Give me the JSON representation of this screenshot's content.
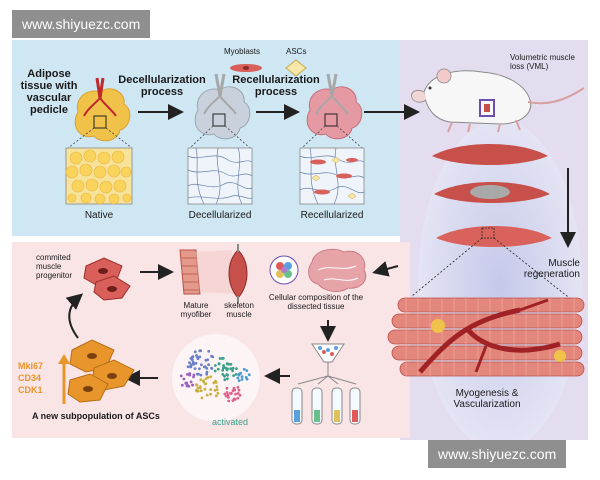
{
  "watermark": {
    "top": "www.shiyuezc.com",
    "bottom": "www.shiyuezc.com"
  },
  "panel_top": {
    "adipose_label": "Adipose tissue with vascular pedicle",
    "decell_process": "Decellularization process",
    "recell_process": "Recellularization process",
    "myoblasts": "Myoblasts",
    "ascs": "ASCs",
    "native": "Native",
    "decellularized": "Decellularized",
    "recellularized": "Recellularized"
  },
  "panel_right": {
    "vml": "Volumetric muscle loss (VML)",
    "regeneration": "Muscle regeneration",
    "myogenesis": "Myogenesis & Vascularization"
  },
  "panel_bottom": {
    "progenitor": "commited muscle progenitor",
    "mature": "Mature myofiber",
    "skeleton": "skeleton muscle",
    "cellular": "Cellular composition of the dissected tissue",
    "markers": [
      "Mki67",
      "CD34",
      "CDK1"
    ],
    "subpop": "A new subpopulation of ASCs",
    "activated": "activated"
  },
  "colors": {
    "panel_blue": "#cfe6f3",
    "panel_pink": "#f9e4e6",
    "panel_lavender": "#e4dcef",
    "muscle": "#c8504a",
    "adipose": "#f0c24a",
    "orange_marker": "#e8962c"
  }
}
